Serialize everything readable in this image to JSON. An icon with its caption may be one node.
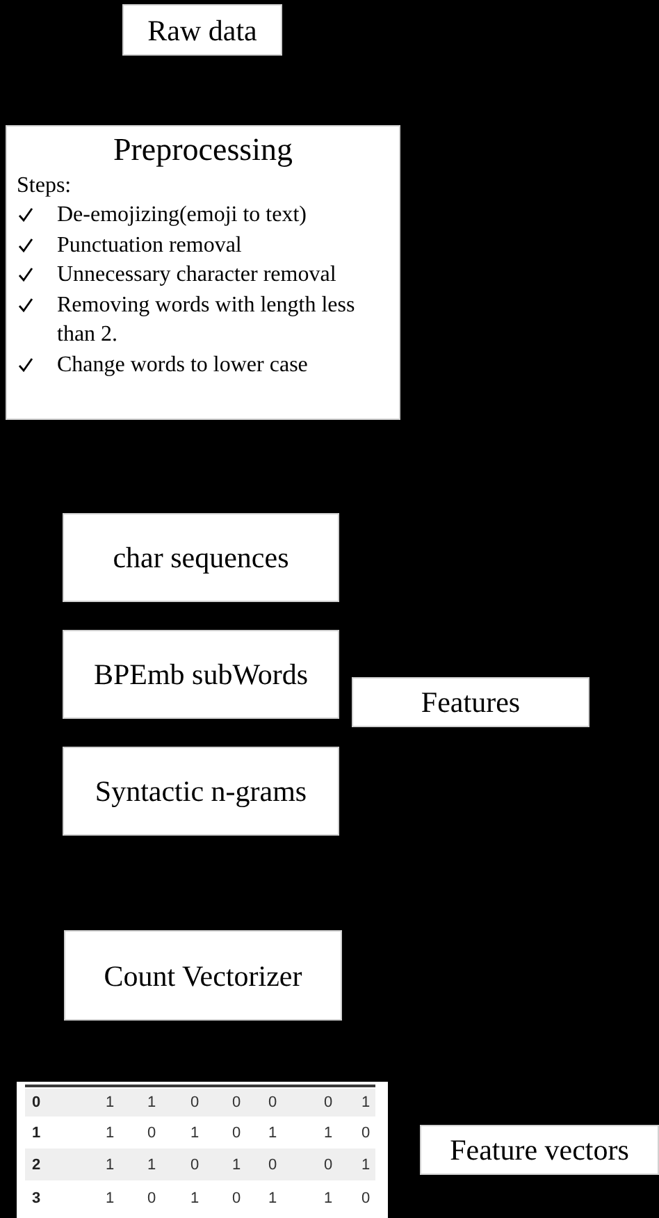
{
  "diagram": {
    "nodes": [
      {
        "text": [
          "Raw data"
        ]
      },
      {
        "text": [
          "Preprocessing",
          "Steps:",
          "De-emojizing(emoji to text)",
          "Punctuation removal",
          "Unnecessary character removal",
          "Removing words with length less than 2.",
          "Change words to lower case"
        ]
      },
      {
        "text": [
          "char sequences"
        ]
      },
      {
        "text": [
          "BPEmb subWords"
        ]
      },
      {
        "text": [
          "Features"
        ]
      },
      {
        "text": [
          "Syntactic n-grams"
        ]
      },
      {
        "text": [
          "Count Vectorizer"
        ]
      },
      {
        "text": [
          "Feature vectors"
        ]
      }
    ],
    "labels": [
      "0",
      "1",
      "1",
      "0",
      "0",
      "0",
      "0",
      "1",
      "1",
      "1",
      "0",
      "1",
      "0",
      "1",
      "1",
      "0",
      "2",
      "1",
      "1",
      "0",
      "1",
      "0",
      "0",
      "1",
      "3",
      "1",
      "0",
      "1",
      "0",
      "1",
      "1",
      "0"
    ]
  }
}
